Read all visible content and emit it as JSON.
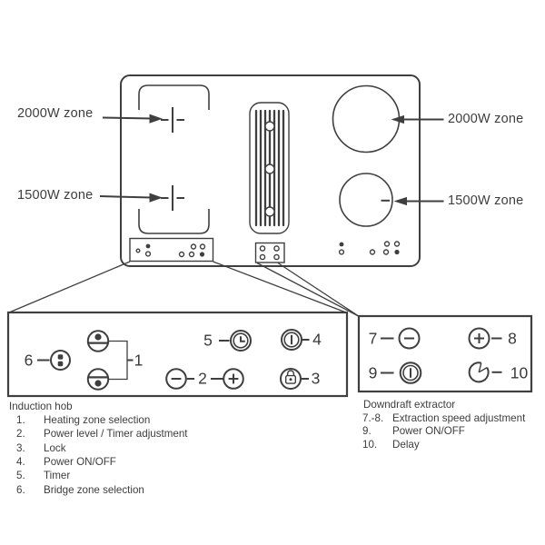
{
  "colors": {
    "line": "#3f3f3f",
    "text": "#3d3d3d",
    "background": "#ffffff"
  },
  "cooktop": {
    "labels": {
      "left_top": "2000W zone",
      "left_bottom": "1500W zone",
      "right_top": "2000W zone",
      "right_bottom": "1500W zone"
    }
  },
  "hob_panel": {
    "callouts": {
      "n1": "1",
      "n2": "2",
      "n3": "3",
      "n4": "4",
      "n5": "5",
      "n6": "6"
    }
  },
  "extractor_panel": {
    "callouts": {
      "n7": "7",
      "n8": "8",
      "n9": "9",
      "n10": "10"
    }
  },
  "legend_hob": {
    "title": "Induction hob",
    "items": [
      {
        "num": "1.",
        "text": "Heating zone selection"
      },
      {
        "num": "2.",
        "text": "Power level / Timer adjustment"
      },
      {
        "num": "3.",
        "text": "Lock"
      },
      {
        "num": "4.",
        "text": "Power ON/OFF"
      },
      {
        "num": "5.",
        "text": "Timer"
      },
      {
        "num": "6.",
        "text": "Bridge zone selection"
      }
    ]
  },
  "legend_extractor": {
    "title": "Downdraft extractor",
    "items": [
      {
        "num": "7.-8.",
        "text": "Extraction speed adjustment"
      },
      {
        "num": "9.",
        "text": "Power ON/OFF"
      },
      {
        "num": "10.",
        "text": "Delay"
      }
    ]
  },
  "icons": {
    "bridge-zone-icon": "circle with two stacked squares",
    "heating-zone-back-icon": "circle, chord line, dot above",
    "heating-zone-front-icon": "circle, chord line, dot below",
    "timer-clock-icon": "double circle clock",
    "minus-icon": "circled minus",
    "plus-icon": "circled plus",
    "power-icon": "double circle with bar",
    "lock-icon": "circled padlock",
    "delay-icon": "circle with open wedge dial",
    "extractor-grille": "slatted vent with three screws"
  }
}
